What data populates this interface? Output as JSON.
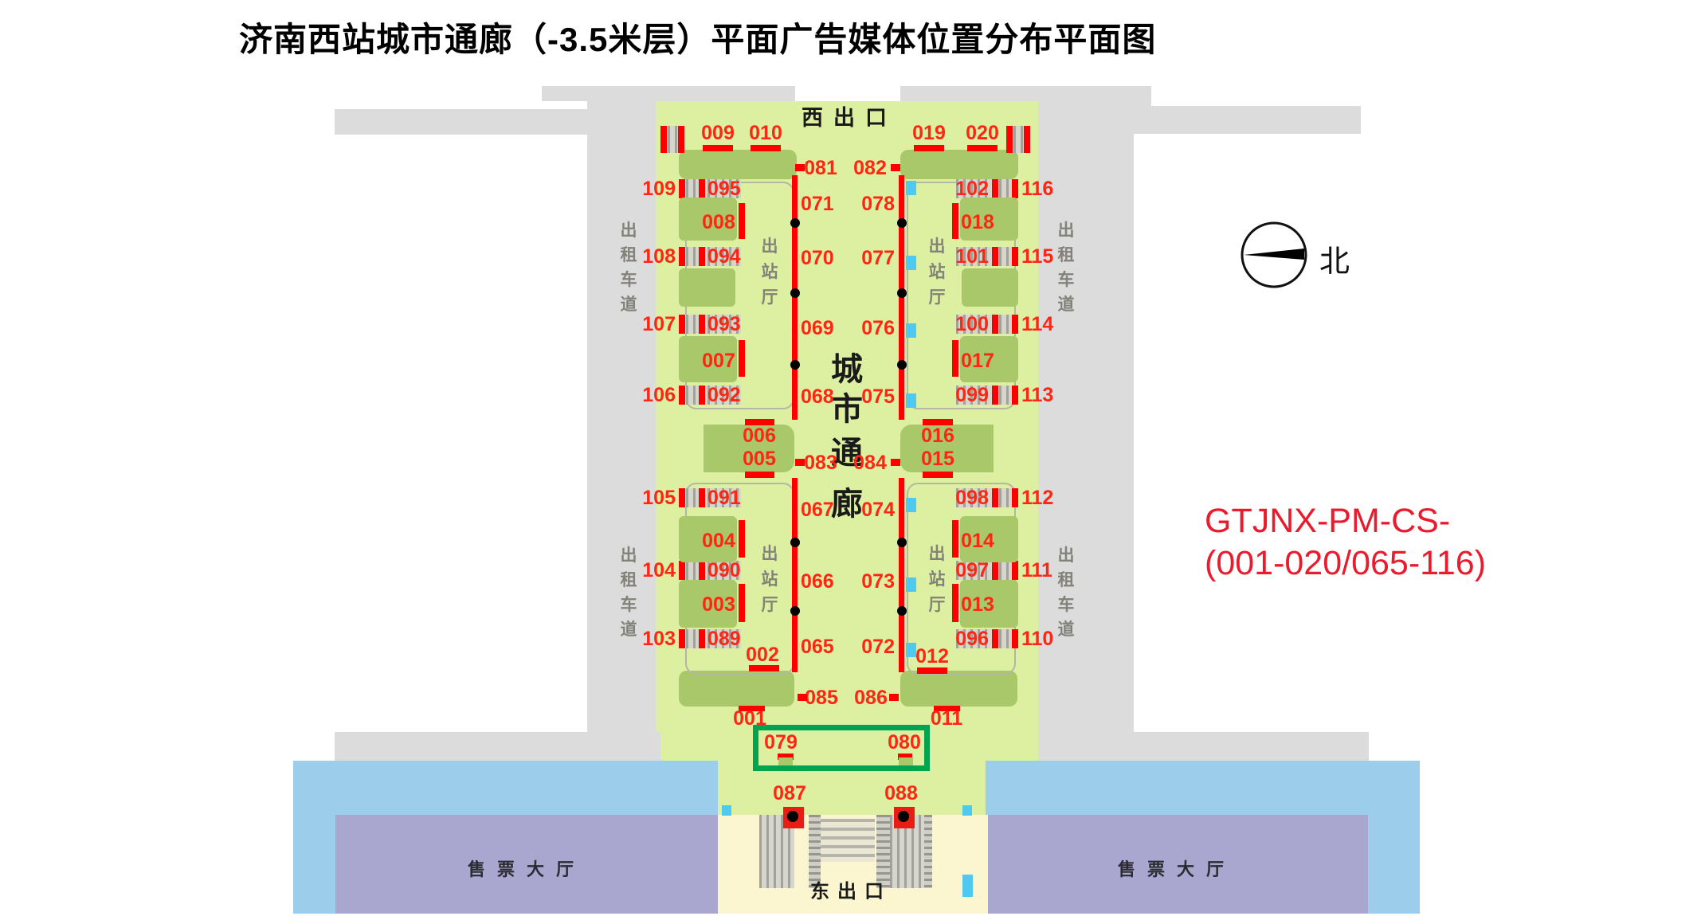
{
  "title": "济南西站城市通廊（-3.5米层）平面广告媒体位置分布平面图",
  "legend": {
    "ref_line1": "GTJNX-PM-CS-",
    "ref_line2": "(001-020/065-116)"
  },
  "compass": {
    "north": "北"
  },
  "texts": {
    "west_exit": "西出口",
    "east_exit": "东出口",
    "city_corridor": "城市通廊",
    "exit_hall": "出站厅",
    "taxi_lane": "出租车道",
    "ticket_hall": "售票大厅"
  },
  "media_ids": {
    "top": [
      "009",
      "010",
      "019",
      "020"
    ],
    "left_line": [
      "071",
      "070",
      "069",
      "068",
      "067",
      "066",
      "065"
    ],
    "right_line": [
      "078",
      "077",
      "076",
      "075",
      "074",
      "073",
      "072"
    ],
    "h_pairs": [
      "081",
      "082",
      "083",
      "084",
      "085",
      "086"
    ],
    "center_blocks": [
      "006",
      "005",
      "016",
      "015"
    ],
    "side_blocks": [
      "008",
      "007",
      "004",
      "003",
      "018",
      "017",
      "014",
      "013"
    ],
    "rows_left": [
      [
        "109",
        "095"
      ],
      [
        "108",
        "094"
      ],
      [
        "107",
        "093"
      ],
      [
        "106",
        "092"
      ],
      [
        "105",
        "091"
      ],
      [
        "104",
        "090"
      ],
      [
        "103",
        "089"
      ]
    ],
    "rows_right": [
      [
        "102",
        "116"
      ],
      [
        "101",
        "115"
      ],
      [
        "100",
        "114"
      ],
      [
        "099",
        "113"
      ],
      [
        "098",
        "112"
      ],
      [
        "097",
        "111"
      ],
      [
        "096",
        "110"
      ]
    ],
    "bottom": [
      "002",
      "012",
      "001",
      "011",
      "079",
      "080",
      "087",
      "088"
    ]
  }
}
